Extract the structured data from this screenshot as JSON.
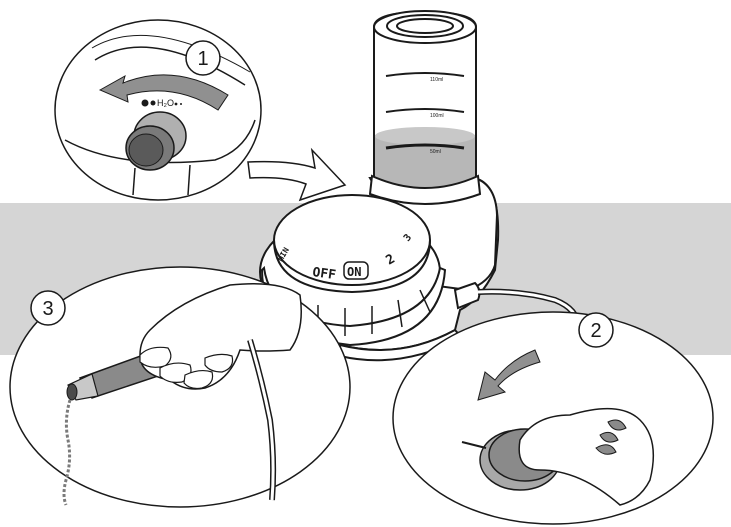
{
  "steps": {
    "one": "1",
    "two": "2",
    "three": "3"
  },
  "dial": {
    "off_label": "OFF",
    "on_label": "ON",
    "level_2": "2",
    "level_3": "3",
    "min_mark": "MIN"
  },
  "knob": {
    "label": "H₂O"
  },
  "reservoir": {
    "mark_top": "110ml",
    "mark_mid": "100ml",
    "mark_low": "50ml"
  },
  "colors": {
    "band": "#d5d5d5",
    "line": "#1a1a1a",
    "water": "#b7b7b7"
  }
}
